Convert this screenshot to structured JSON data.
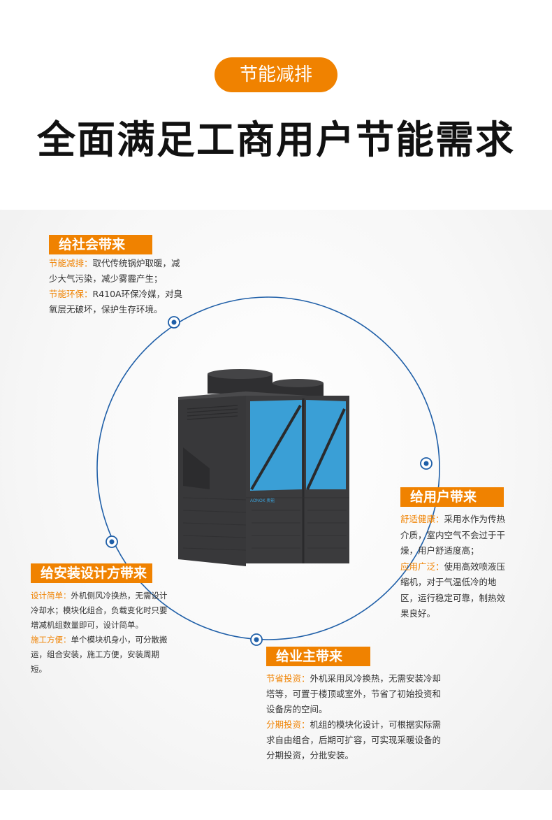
{
  "badge": "节能减排",
  "headline": "全面满足工商用户节能需求",
  "product": {
    "brand_label": "AONOK 奥能"
  },
  "colors": {
    "accent": "#f08200",
    "circle": "#1f5fa8",
    "unit_blue": "#3a9fd6",
    "unit_body": "#3b3b3d"
  },
  "sections": {
    "society": {
      "title": "给社会带来",
      "items": [
        {
          "label": "节能减排：",
          "text": "取代传统锅炉取暖，减少大气污染，减少雾霾产生；"
        },
        {
          "label": "节能环保：",
          "text": "R410A环保冷媒，对臭氧层无破坏，保护生存环境。"
        }
      ]
    },
    "user": {
      "title": "给用户带来",
      "items": [
        {
          "label": "舒适健康：",
          "text": "采用水作为传热介质，室内空气不会过于干燥，用户舒适度高；"
        },
        {
          "label": "应用广泛：",
          "text": "使用高效喷液压缩机，对于气温低冷的地区，运行稳定可靠，制热效果良好。"
        }
      ]
    },
    "designer": {
      "title": "给安装设计方带来",
      "items": [
        {
          "label": "设计简单：",
          "text": "外机侧风冷换热，无需设计冷却水；模块化组合，负载变化时只要增减机组数量即可，设计简单。"
        },
        {
          "label": "施工方便：",
          "text": "单个模块机身小，可分散搬运，组合安装，施工方便，安装周期短。"
        }
      ]
    },
    "owner": {
      "title": "给业主带来",
      "items": [
        {
          "label": "节省投资：",
          "text": "外机采用风冷换热，无需安装冷却塔等，可置于楼顶或室外，节省了初始投资和设备房的空间。"
        },
        {
          "label": "分期投资：",
          "text": "机组的模块化设计，可根据实际需求自由组合，后期可扩容，可实现采暖设备的分期投资，分批安装。"
        }
      ]
    }
  }
}
